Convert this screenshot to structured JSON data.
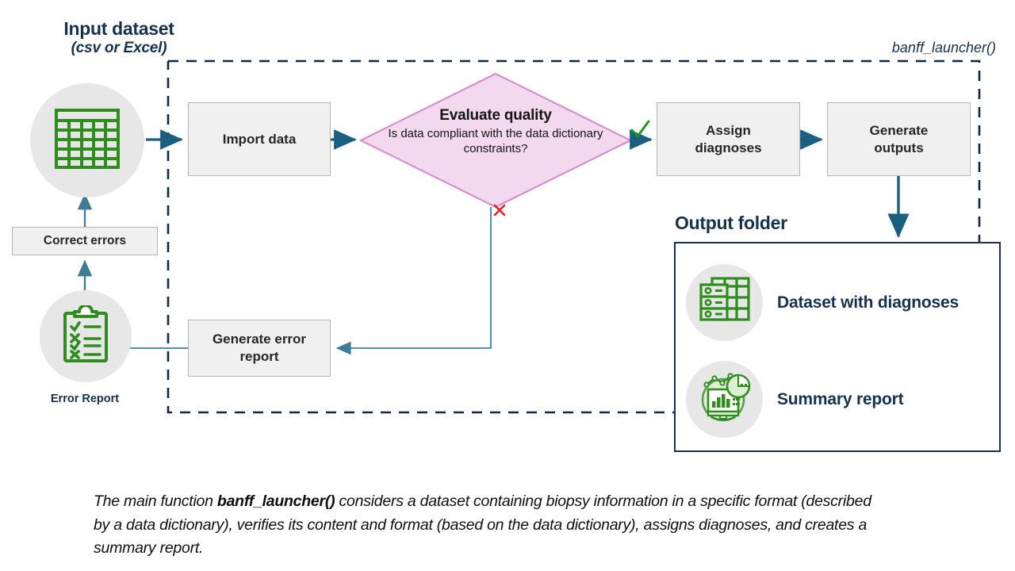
{
  "headings": {
    "input_dataset_title": "Input dataset",
    "input_dataset_subtitle": "(csv or Excel)",
    "output_folder_title": "Output folder",
    "launcher_label": "banff_launcher()",
    "error_report_label": "Error Report"
  },
  "boxes": {
    "import_data": "Import data",
    "assign_diagnoses": "Assign\ndiagnoses",
    "generate_outputs": "Generate\noutputs",
    "generate_error_report": "Generate error\nreport",
    "correct_errors": "Correct errors"
  },
  "decision": {
    "title": "Evaluate quality",
    "question": "Is data compliant with the data dictionary constraints?",
    "yes_marker": "check-mark",
    "no_marker": "cross-mark"
  },
  "output_items": [
    {
      "label": "Dataset with diagnoses",
      "icon": "table-list-icon"
    },
    {
      "label": "Summary report",
      "icon": "chart-report-icon"
    }
  ],
  "icons": {
    "input_dataset": "spreadsheet-table-icon",
    "error_report": "clipboard-checklist-icon"
  },
  "caption": {
    "part1": "The main function ",
    "bold": "banff_launcher()",
    "part2": " considers a dataset containing biopsy information in a specific format (described by a data dictionary), verifies its content and format (based on the data dictionary), assigns diagnoses, and creates a summary report."
  },
  "colors": {
    "navy": "#16314d",
    "arrow_blue": "#1a5f82",
    "thin_line_blue": "#5a8fa8",
    "green": "#2f8c1f",
    "box_fill": "#f0f0f0",
    "box_border": "#b6b6b6",
    "diamond_fill": "#f2d9ee",
    "diamond_border": "#d98cce",
    "check_green": "#189a18",
    "cross_red": "#e8211d",
    "circle_grey": "#e7e7e7"
  }
}
